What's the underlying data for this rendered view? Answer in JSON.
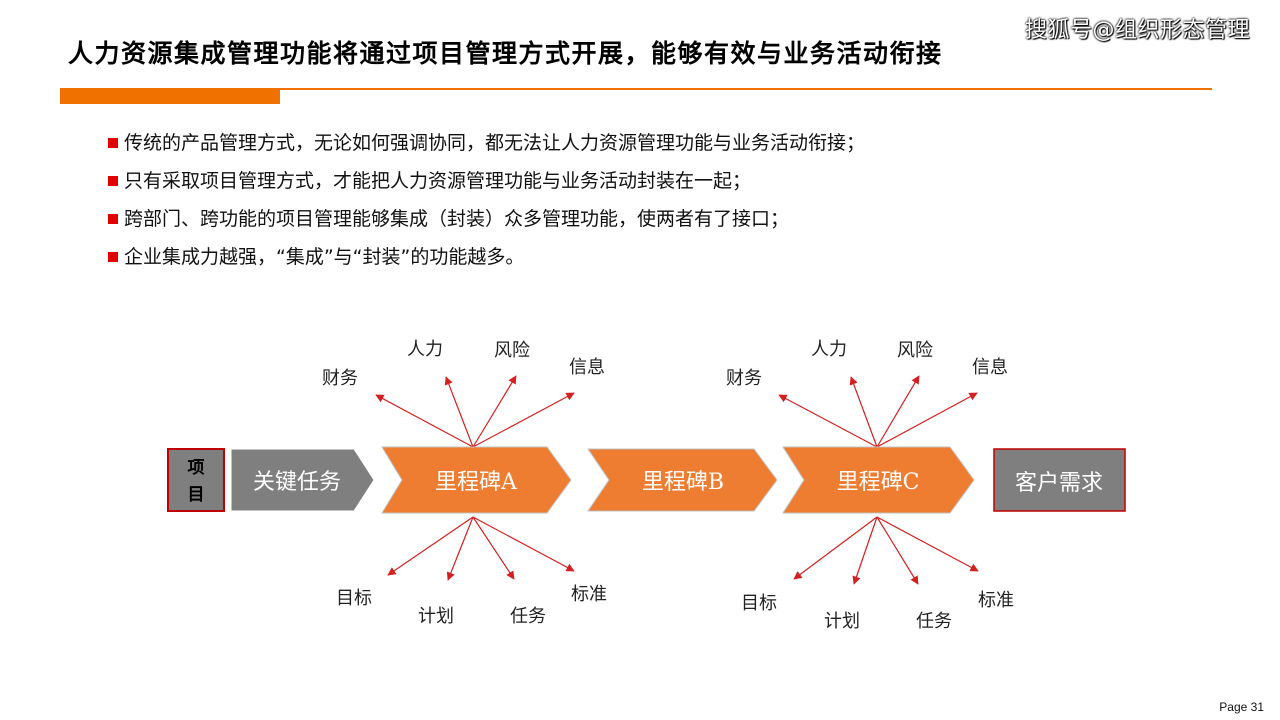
{
  "slide": {
    "title": "人力资源集成管理功能将通过项目管理方式开展，能够有效与业务活动衔接",
    "watermark": "搜狐号@组织形态管理",
    "page_label": "Page 31"
  },
  "colors": {
    "accent": "#f07000",
    "bullet": "#e00000",
    "orange_shape": "#ee7d31",
    "gray_shape": "#7f7f7f",
    "arrow": "#d42020"
  },
  "bullets": [
    "传统的产品管理方式，无论如何强调协同，都无法让人力资源管理功能与业务活动衔接；",
    "只有采取项目管理方式，才能把人力资源管理功能与业务活动封装在一起；",
    "跨部门、跨功能的项目管理能够集成（封装）众多管理功能，使两者有了接口；",
    "企业集成力越强，“集成”与“封装”的功能越多。"
  ],
  "diagram": {
    "project_label": "项目",
    "flow": [
      "关键任务",
      "里程碑A",
      "里程碑B",
      "里程碑C",
      "客户需求"
    ],
    "milestone_a": {
      "top": [
        "财务",
        "人力",
        "风险",
        "信息"
      ],
      "bottom": [
        "目标",
        "计划",
        "任务",
        "标准"
      ]
    },
    "milestone_c": {
      "top": [
        "财务",
        "人力",
        "风险",
        "信息"
      ],
      "bottom": [
        "目标",
        "计划",
        "任务",
        "标准"
      ]
    }
  }
}
